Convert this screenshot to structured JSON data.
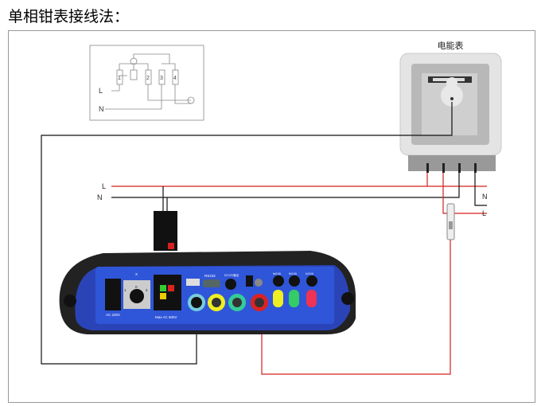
{
  "title": "单相钳表接线法：",
  "meter": {
    "label": "电能表"
  },
  "schematic": {
    "L": "L",
    "N": "N",
    "terminals": [
      "1",
      "2",
      "3",
      "4"
    ]
  },
  "lines": {
    "L_left": "L",
    "N_left": "N",
    "N_right": "N",
    "L_right": "L"
  },
  "device": {
    "power": "AC 220V",
    "switch_x": "X",
    "switch_pos": [
      "1",
      "0",
      "2"
    ],
    "voltage_input": "Max AC 600V",
    "rs232": "RS232",
    "dc_out": "DC12V输出",
    "ports": [
      "Ia/10A",
      "Ib/10A",
      "Ic/10A"
    ]
  },
  "colors": {
    "red_wire": "#d62020",
    "black_wire": "#111111",
    "device_blue": "#2a44b8"
  }
}
